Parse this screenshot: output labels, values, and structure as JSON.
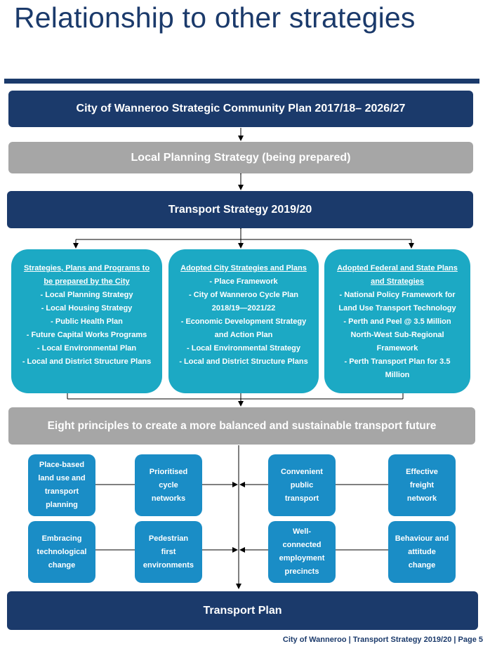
{
  "title": "Relationship to other strategies",
  "colors": {
    "navy": "#1b3a6b",
    "grey": "#a6a6a6",
    "teal": "#1ca9c4",
    "blue": "#1a8dc6"
  },
  "bars": {
    "community_plan": "City of Wanneroo Strategic Community Plan 2017/18– 2026/27",
    "local_planning": "Local Planning Strategy (being prepared)",
    "transport_strategy": "Transport Strategy 2019/20",
    "eight_principles": "Eight principles to create a more balanced and sustainable transport future",
    "transport_plan": "Transport Plan"
  },
  "panels": [
    {
      "heading": [
        "Strategies, Plans and Programs to",
        "be prepared by the City"
      ],
      "items": [
        "- Local Planning Strategy",
        "- Local Housing Strategy",
        "- Public Health Plan",
        "- Future Capital Works Programs",
        "- Local Environmental Plan",
        "- Local and District Structure Plans"
      ]
    },
    {
      "heading": [
        "Adopted City Strategies and Plans"
      ],
      "items": [
        "- Place Framework",
        "- City of Wanneroo Cycle Plan",
        "2018/19—2021/22",
        "- Economic Development Strategy",
        "and Action Plan",
        "- Local Environmental Strategy",
        "- Local and District Structure Plans"
      ]
    },
    {
      "heading": [
        "Adopted Federal and State Plans",
        "and Strategies"
      ],
      "items": [
        "- National Policy Framework for",
        "Land Use Transport Technology",
        "- Perth and Peel @ 3.5 Million",
        "North-West Sub-Regional",
        "Framework",
        "- Perth Transport Plan for 3.5",
        "Million"
      ]
    }
  ],
  "principles": [
    "Place-based\nland use and\ntransport\nplanning",
    "Prioritised\ncycle\nnetworks",
    "Convenient\npublic\ntransport",
    "Effective\nfreight\nnetwork",
    "Embracing\ntechnological\nchange",
    "Pedestrian\nfirst\nenvironments",
    "Well-\nconnected\nemployment\nprecincts",
    "Behaviour and\nattitude\nchange"
  ],
  "footer": "City of Wanneroo | Transport Strategy 2019/20 | Page 5"
}
